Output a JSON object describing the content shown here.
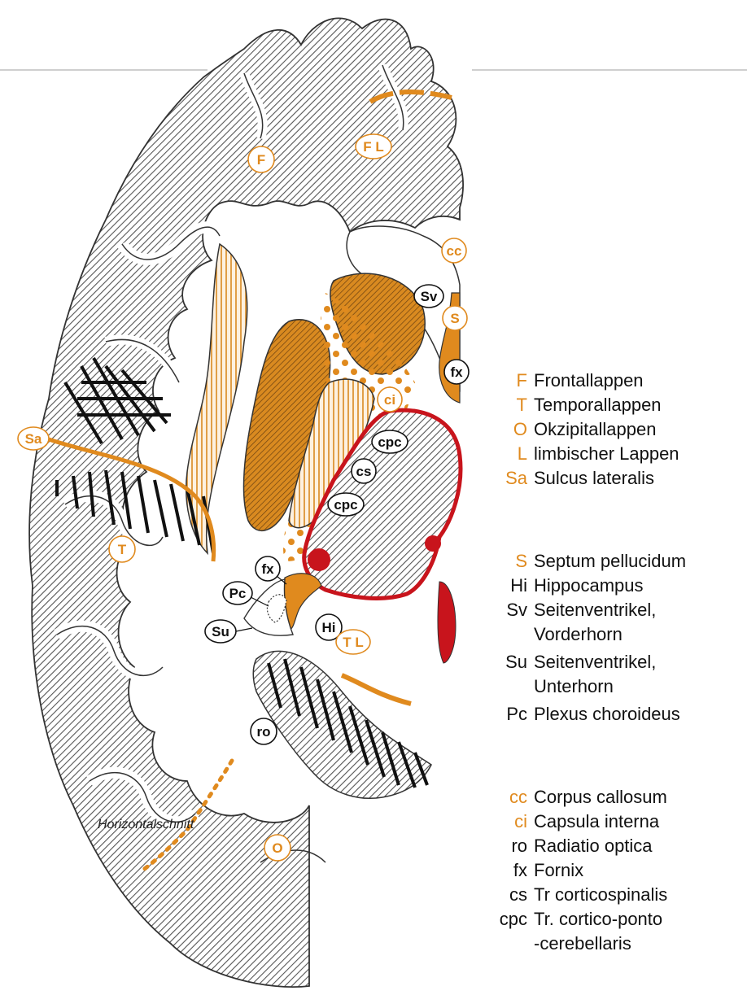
{
  "colors": {
    "orange": "#e08a1e",
    "red": "#c8141c",
    "black": "#111111",
    "hatch": "#555555"
  },
  "caption": "Horizontalschnitt",
  "labels": {
    "F": "F",
    "FL": "F L",
    "cc": "cc",
    "Sv": "Sv",
    "S": "S",
    "fx_top": "fx",
    "ci": "ci",
    "cpc1": "cpc",
    "cs": "cs",
    "cpc2": "cpc",
    "Sa": "Sa",
    "T": "T",
    "fx_mid": "fx",
    "Pc": "Pc",
    "Su": "Su",
    "Hi": "Hi",
    "TL": "T L",
    "ro": "ro",
    "O": "O"
  },
  "legend": {
    "group1": [
      {
        "abbr": "F",
        "name": "Frontallappen",
        "color": "orange"
      },
      {
        "abbr": "T",
        "name": "Temporallappen",
        "color": "orange"
      },
      {
        "abbr": "O",
        "name": "Okzipitallappen",
        "color": "orange"
      },
      {
        "abbr": "L",
        "name": "limbischer Lappen",
        "color": "orange"
      },
      {
        "abbr": "Sa",
        "name": "Sulcus lateralis",
        "color": "orange"
      }
    ],
    "group2": [
      {
        "abbr": "S",
        "name": "Septum pellucidum",
        "color": "orange"
      },
      {
        "abbr": "Hi",
        "name": "Hippocampus",
        "color": "black"
      },
      {
        "abbr": "Sv",
        "name": "Seitenventrikel,",
        "name2": "Vorderhorn",
        "color": "black"
      },
      {
        "abbr": "Su",
        "name": "Seitenventrikel,",
        "name2": "Unterhorn",
        "color": "black"
      },
      {
        "abbr": "Pc",
        "name": "Plexus choroideus",
        "color": "black"
      }
    ],
    "group3": [
      {
        "abbr": "cc",
        "name": "Corpus callosum",
        "color": "orange"
      },
      {
        "abbr": "ci",
        "name": "Capsula interna",
        "color": "orange"
      },
      {
        "abbr": "ro",
        "name": "Radiatio optica",
        "color": "black"
      },
      {
        "abbr": "fx",
        "name": "Fornix",
        "color": "black"
      },
      {
        "abbr": "cs",
        "name": "Tr corticospinalis",
        "color": "black"
      },
      {
        "abbr": "cpc",
        "name": "Tr. cortico-ponto",
        "name2": "-cerebellaris",
        "color": "black"
      }
    ]
  }
}
